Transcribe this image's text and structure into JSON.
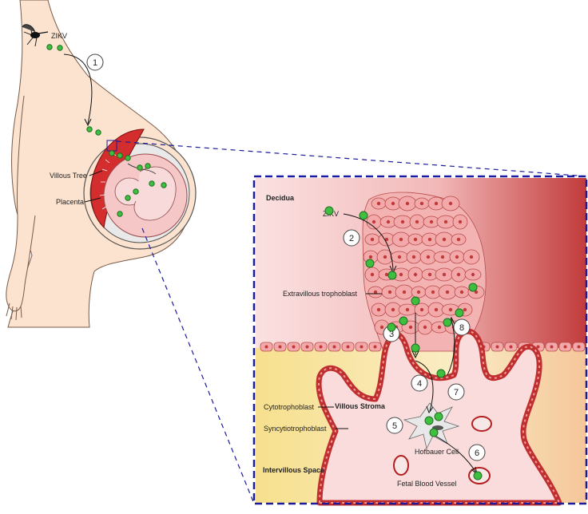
{
  "labels": {
    "zikv_top": "ZIKV",
    "villous_tree": "Villous Tree",
    "placenta": "Placenta",
    "decidua": "Decidua",
    "zikv_inset": "ZIKV",
    "extravillous": "Extravillous trophoblast",
    "cytotrophoblast": "Cytotrophoblast",
    "villous_stroma": "Villous Stroma",
    "syncytiotrophoblast": "Syncytiotrophoblast",
    "hofbauer": "Hofbauer Cell",
    "intervillous": "Intervillous Space",
    "fetal_vessel": "Fetal Blood Vessel"
  },
  "steps": [
    "1",
    "2",
    "3",
    "4",
    "5",
    "6",
    "7",
    "8"
  ],
  "colors": {
    "skin": "#fbe3cf",
    "decidua_light": "#f7d2d2",
    "decidua_dark": "#c23b3b",
    "intervillous": "#f7e6a6",
    "villus": "#fbdcdc",
    "trophoblast": "#d84b4b",
    "virus": "#3fbf3f",
    "inset_border": "#1b1b9e"
  }
}
